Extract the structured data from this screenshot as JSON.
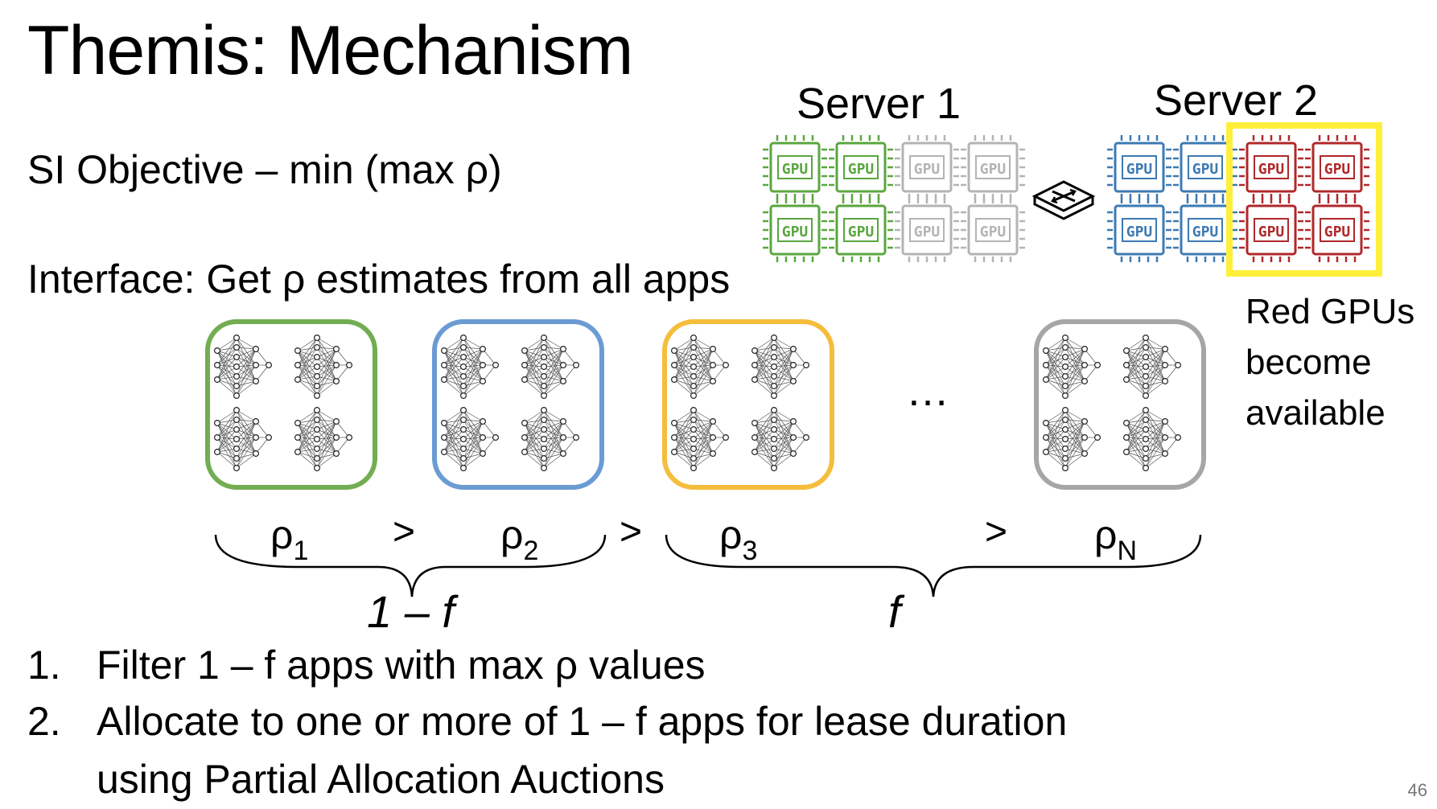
{
  "title": "Themis: Mechanism",
  "objective": "SI Objective – min (max ρ)",
  "interface": "Interface: Get ρ estimates from all apps",
  "servers": [
    {
      "label": "Server 1",
      "gpus": [
        "green",
        "green",
        "gray",
        "gray",
        "green",
        "green",
        "gray",
        "gray"
      ]
    },
    {
      "label": "Server 2",
      "gpus": [
        "blue",
        "blue",
        "red",
        "red",
        "blue",
        "blue",
        "red",
        "red"
      ]
    }
  ],
  "gpu_label": "GPU",
  "colors": {
    "green": "#5aa63f",
    "blue": "#3d7ab3",
    "gray": "#b4b4b4",
    "red": "#b0282b",
    "yellow": "#ffef3a",
    "orange": "#f5bd3c"
  },
  "red_note": "Red GPUs become available",
  "apps": [
    {
      "rho": "ρ",
      "sub": "1",
      "color": "#73ad52"
    },
    {
      "rho": "ρ",
      "sub": "2",
      "color": "#6a9bd3"
    },
    {
      "rho": "ρ",
      "sub": "3",
      "color": "#f5bd3c"
    },
    {
      "rho": "ρ",
      "sub": "N",
      "color": "#a6a6a6"
    }
  ],
  "ellipsis": "…",
  "gt": ">",
  "group_left": "1 – f",
  "group_right": "f",
  "steps": [
    {
      "num": "1.",
      "text": "Filter 1 – f apps with max ρ values"
    },
    {
      "num": "2.",
      "text": "Allocate to one or more of 1 – f apps for lease duration"
    },
    {
      "num": "",
      "text": "using Partial Allocation Auctions"
    }
  ],
  "page_number": "46"
}
